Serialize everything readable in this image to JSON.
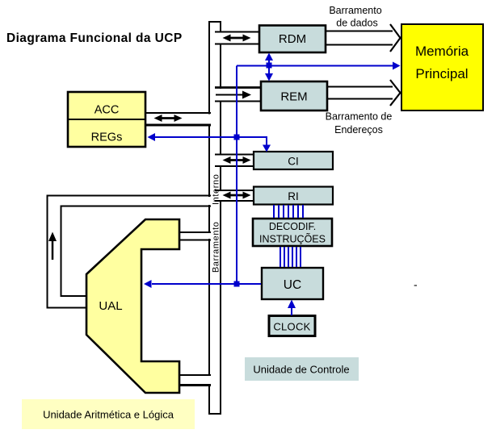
{
  "title": "Diagrama Funcional da UCP",
  "colors": {
    "pale_yellow": "#FFFFA0",
    "label_yellow": "#FFFFC2",
    "bright_yellow": "#FFFF00",
    "register_blue": "#C8DCDC",
    "wire_blue": "#0000CC",
    "line_black": "#000000"
  },
  "blocks": {
    "acc": "ACC",
    "regs": "REGs",
    "rdm": "RDM",
    "rem": "REM",
    "ci": "CI",
    "ri": "RI",
    "decodificador": {
      "line1": "DECODIF.",
      "line2": "INSTRUÇÕES"
    },
    "uc": "UC",
    "clock": "CLOCK",
    "ual": "UAL",
    "memoria": {
      "line1": "Memória",
      "line2": "Principal"
    }
  },
  "labels": {
    "barramento_dados": {
      "line1": "Barramento",
      "line2": "de dados"
    },
    "barramento_enderecos": {
      "line1": "Barramento de",
      "line2": "Endereços"
    },
    "barramento_interno": {
      "word1": "Barramento",
      "word2": "Interno"
    },
    "unidade_controle": "Unidade de Controle",
    "unidade_aritmetica": "Unidade Aritmética e Lógica",
    "dash": "-"
  }
}
